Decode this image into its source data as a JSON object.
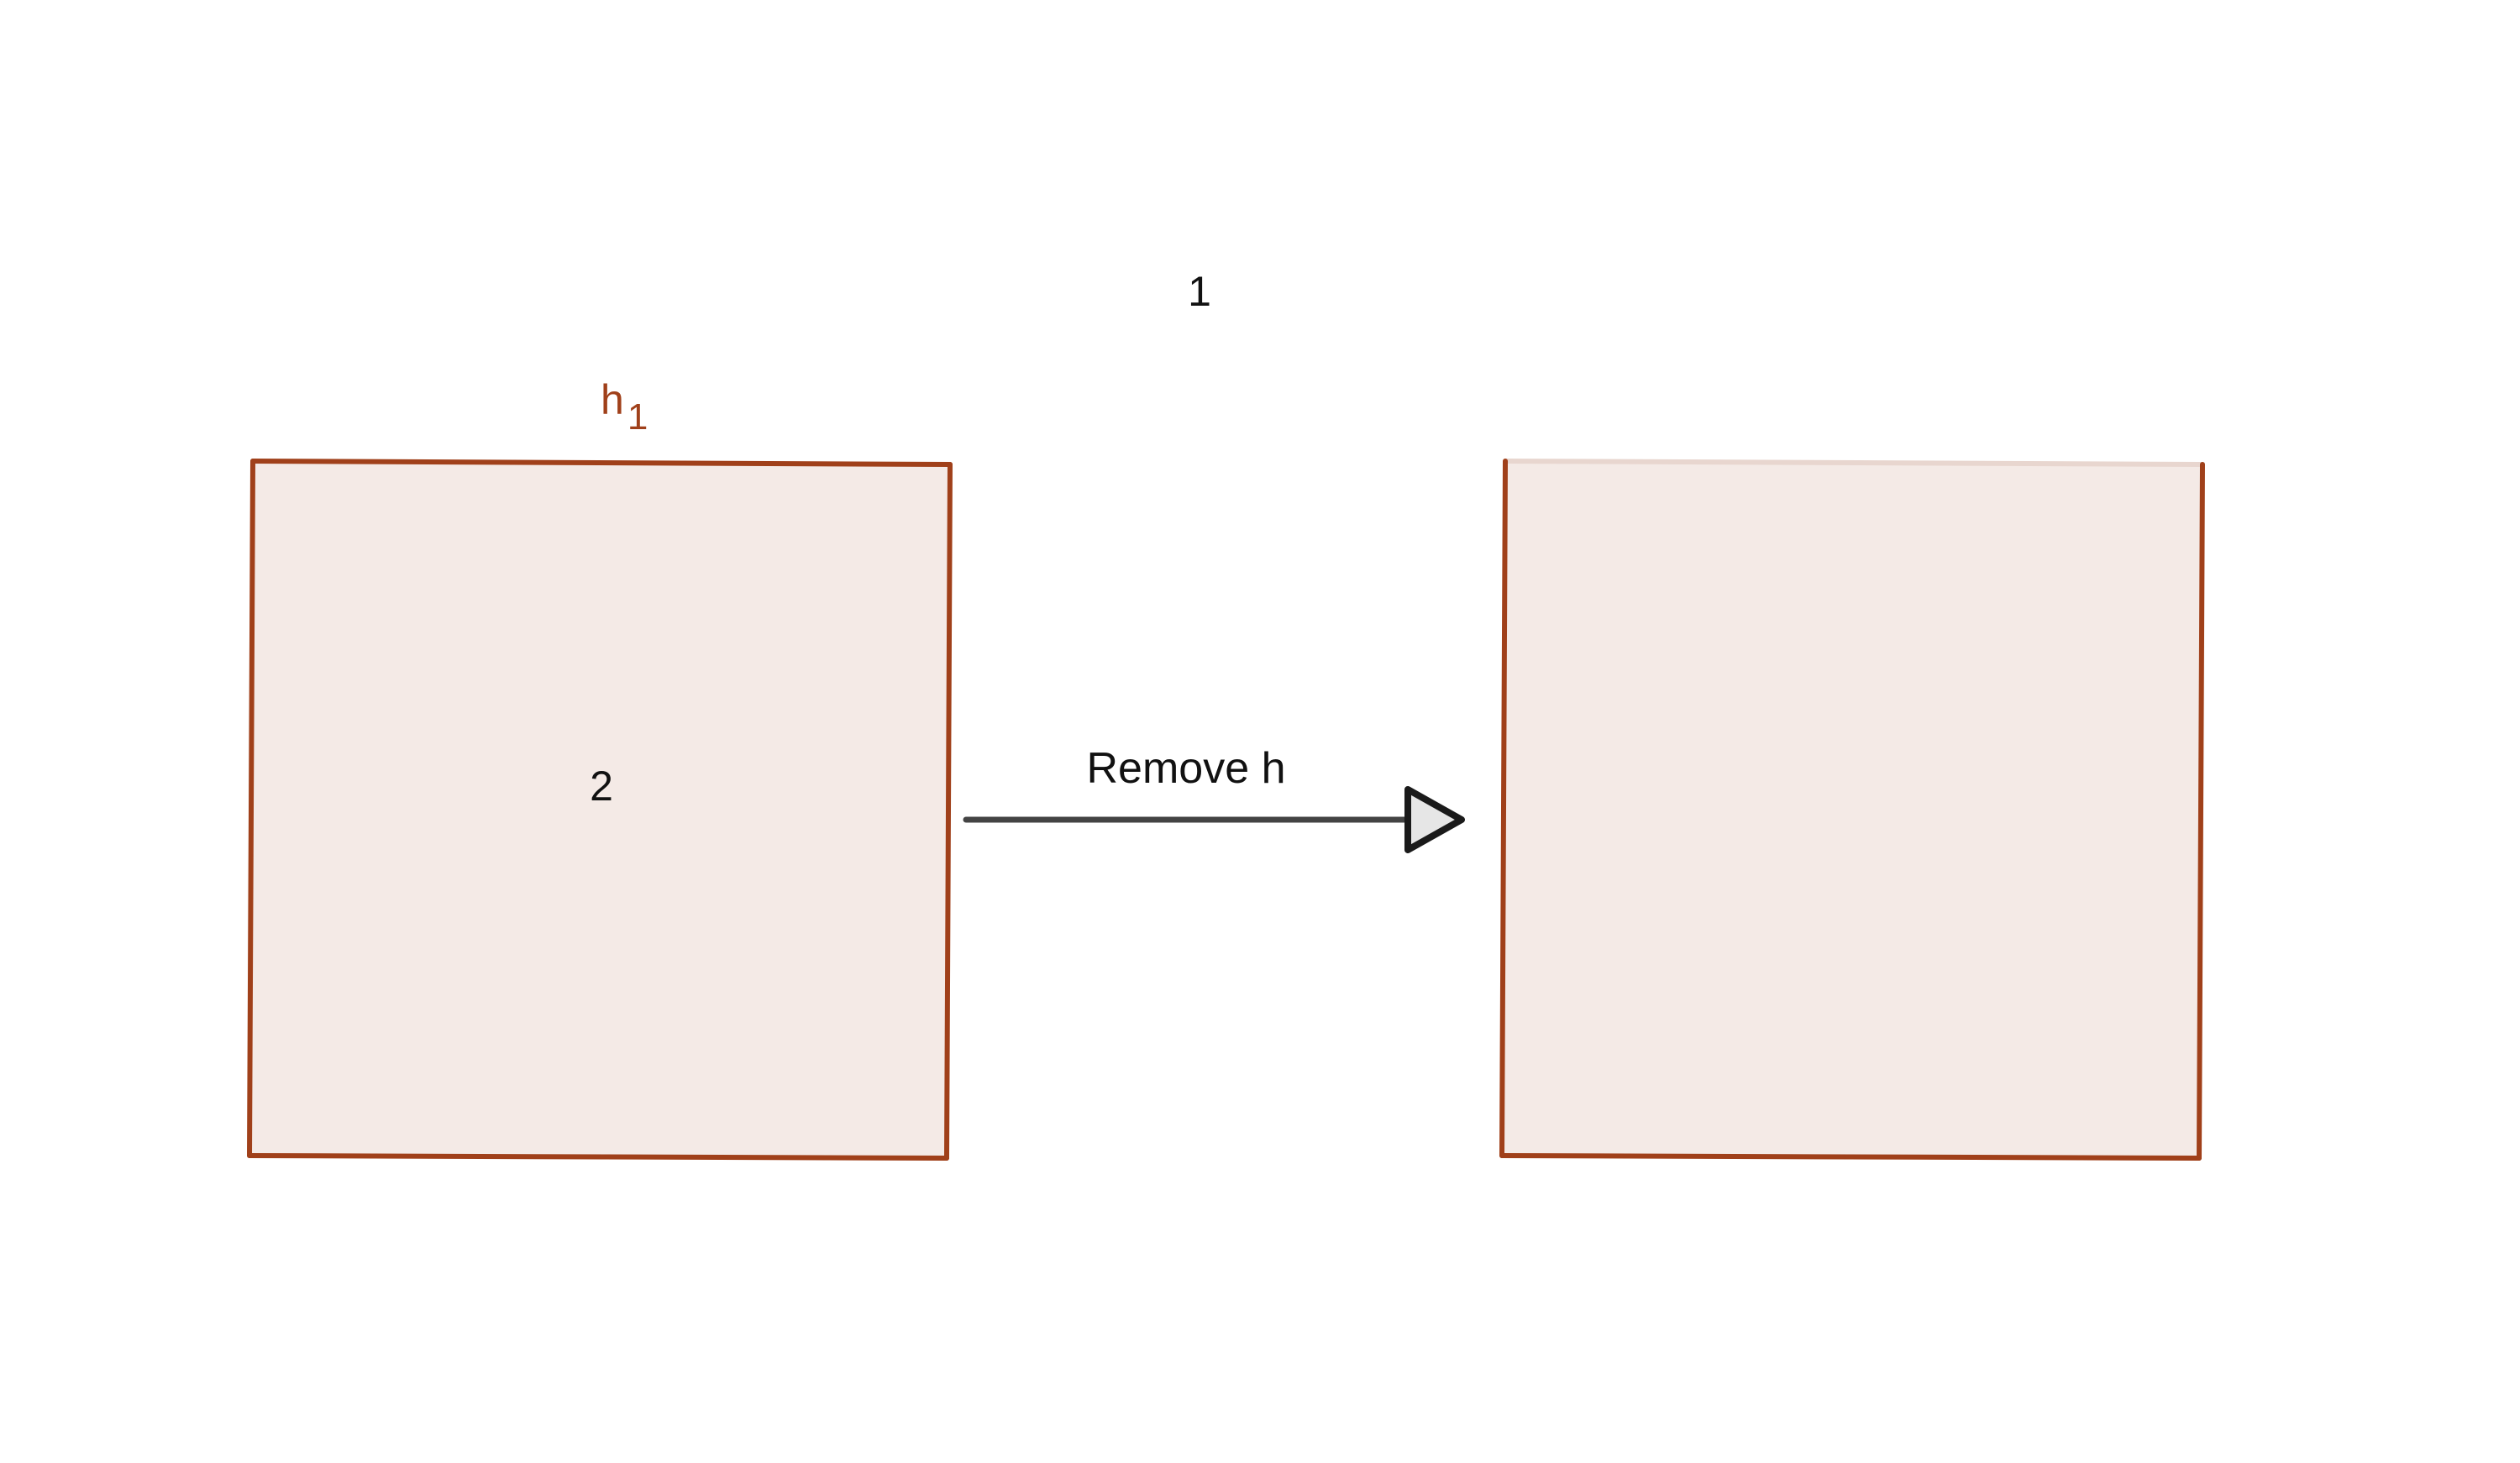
{
  "diagram": {
    "top_label": "1",
    "left_square": {
      "edge_label_main": "h",
      "edge_label_sub": "1",
      "face_label": "2"
    },
    "arrow": {
      "label": "Remove h"
    },
    "colors": {
      "edge": "#a0401a",
      "fill": "#f4eae6",
      "arrow_line": "#444444",
      "arrow_head_fill": "#e6e6e6",
      "arrow_head_stroke": "#1a1a1a",
      "text": "#111111"
    }
  }
}
